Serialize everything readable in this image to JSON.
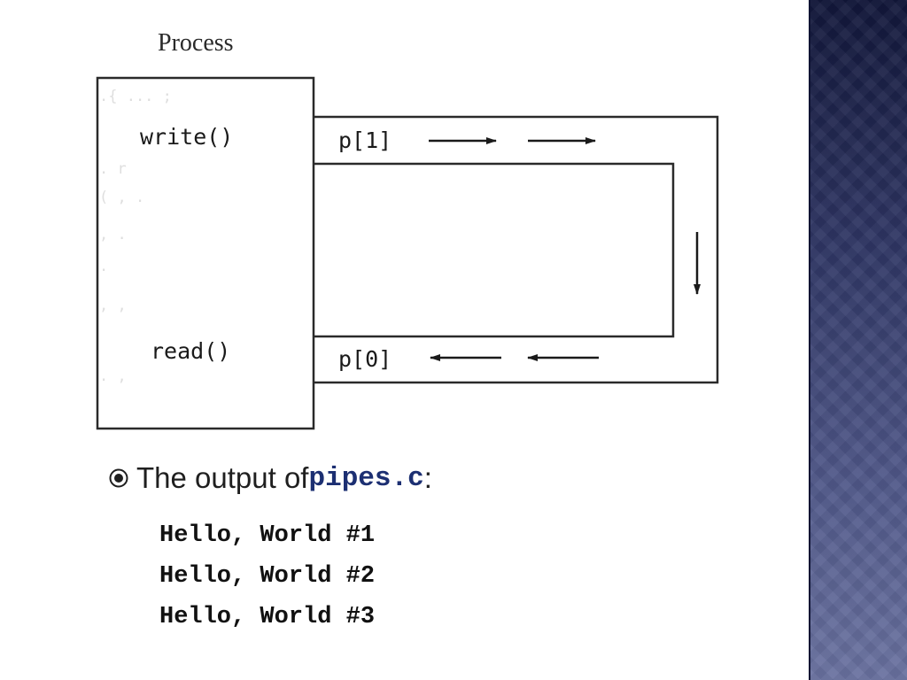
{
  "diagram": {
    "process_label": "Process",
    "write_label": "write()",
    "read_label": "read()",
    "write_end_label": "p[1]",
    "read_end_label": "p[0]"
  },
  "bullet": {
    "icon": "target-bullet-icon",
    "text_prefix": "The output of ",
    "filename": "pipes.c",
    "text_suffix": ":"
  },
  "output": {
    "lines": [
      "Hello, World #1",
      "Hello, World #2",
      "Hello, World #3"
    ]
  },
  "colors": {
    "code_accent": "#1c2f72",
    "side_band_top": "#12173a",
    "side_band_bottom": "#6a72a0"
  }
}
